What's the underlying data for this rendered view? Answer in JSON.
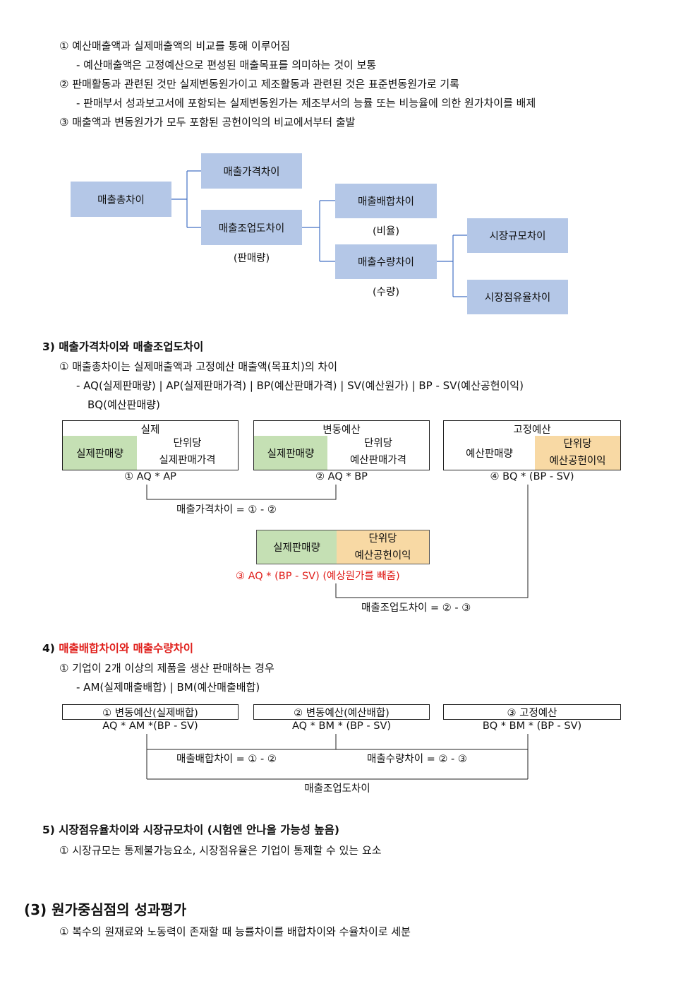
{
  "intro": {
    "l1": "① 예산매출액과 실제매출액의 비교를 통해 이루어짐",
    "l1a": "- 예산매출액은 고정예산으로 편성된 매출목표를 의미하는 것이 보통",
    "l2": "② 판매활동과 관련된 것만 실제변동원가이고 제조활동과 관련된 것은 표준변동원가로 기록",
    "l2a": "- 판매부서 성과보고서에 포함되는 실제변동원가는 제조부서의 능률 또는 비능율에 의한 원가차이를 배제",
    "l3": "③ 매출액과 변동원가가 모두 포함된 공헌이익의 비교에서부터 출발"
  },
  "tree": {
    "total": "매출총차이",
    "price": "매출가격차이",
    "activity": "매출조업도차이",
    "activity_note": "(판매량)",
    "mix": "매출배합차이",
    "mix_note": "(비율)",
    "qty": "매출수량차이",
    "qty_note": "(수량)",
    "market_size": "시장규모차이",
    "market_share": "시장점유율차이"
  },
  "s3": {
    "heading": "3) 매출가격차이와 매출조업도차이",
    "l1": "① 매출총차이는 실제매출액과 고정예산 매출액(목표치)의 차이",
    "l1a": "- AQ(실제판매량) | AP(실제판매가격) | BP(예산판매가격) | SV(예산원가) | BP - SV(예산공헌이익)",
    "l1b": "BQ(예산판매량)",
    "actual_title": "실제",
    "actual_qty": "실제판매량",
    "actual_unit_1": "단위당",
    "actual_unit_2": "실제판매가격",
    "actual_formula": "① AQ * AP",
    "flex_title": "변동예산",
    "flex_qty": "실제판매량",
    "flex_unit_1": "단위당",
    "flex_unit_2": "예산판매가격",
    "flex_formula": "② AQ * BP",
    "fixed_title": "고정예산",
    "fixed_qty": "예산판매량",
    "fixed_unit_1": "단위당",
    "fixed_unit_2": "예산공헌이익",
    "fixed_formula": "④ BQ * (BP - SV)",
    "price_var": "매출가격차이 = ① - ②",
    "mid_qty": "실제판매량",
    "mid_unit_1": "단위당",
    "mid_unit_2": "예산공헌이익",
    "mid_formula": "③ AQ * (BP - SV) (예상원가를 빼줌)",
    "activity_var": "매출조업도차이 = ② - ③"
  },
  "s4": {
    "heading_num": "4)",
    "heading": "매출배합차이와 매출수량차이",
    "l1": "① 기업이 2개 이상의 제품을 생산 판매하는 경우",
    "l1a": "- AM(실제매출배합) | BM(예산매출배합)",
    "b1": "① 변동예산(실제배합)",
    "b1f": "AQ * AM *(BP - SV)",
    "b2": "② 변동예산(예산배합)",
    "b2f": "AQ * BM * (BP - SV)",
    "b3": "③ 고정예산",
    "b3f": "BQ * BM * (BP - SV)",
    "mix_var": "매출배합차이 = ① - ②",
    "qty_var": "매출수량차이 = ② - ③",
    "activity_var": "매출조업도차이"
  },
  "s5": {
    "heading": "5) 시장점유율차이와 시장규모차이 (시험엔 안나올 가능성 높음)",
    "l1": "① 시장규모는 통제불가능요소, 시장점유율은 기업이 통제할 수 있는 요소"
  },
  "s6": {
    "heading": "(3) 원가중심점의 성과평가",
    "l1": "① 복수의 원재료와 노동력이 존재할 때 능률차이를 배합차이와 수율차이로 세분"
  },
  "colors": {
    "blue_box": "#b4c7e7",
    "green_box": "#c5e0b4",
    "orange_box": "#f8d9a4",
    "accent_red": "#e0201c"
  }
}
